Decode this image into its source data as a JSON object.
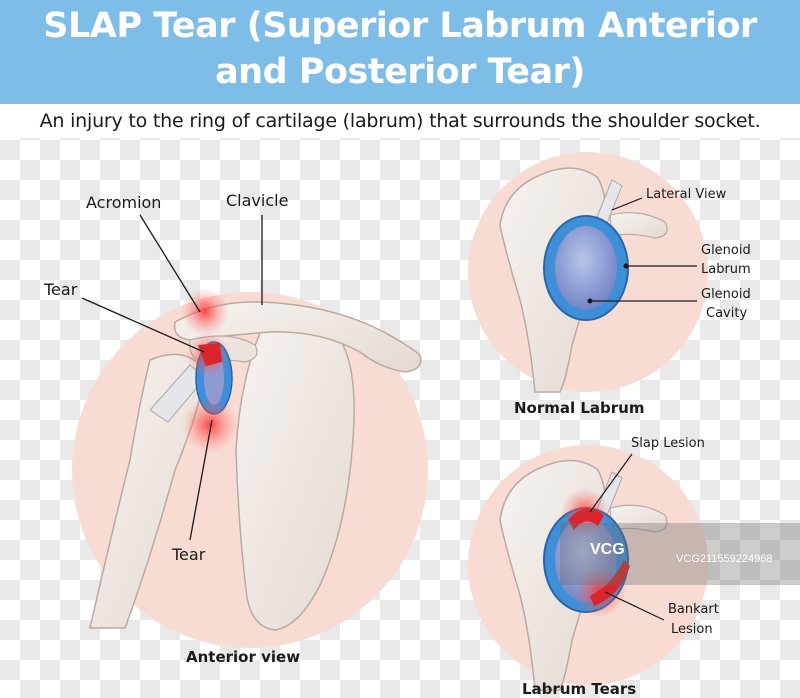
{
  "header": {
    "title_line1": "SLAP Tear (Superior Labrum Anterior",
    "title_line2": "and Posterior Tear)",
    "subtitle": "An injury to the ring of cartilage (labrum) that surrounds the shoulder socket."
  },
  "anterior": {
    "caption": "Anterior view",
    "labels": {
      "acromion": "Acromion",
      "clavicle": "Clavicle",
      "tear_top": "Tear",
      "tear_bottom": "Tear"
    }
  },
  "normal": {
    "caption": "Normal Labrum",
    "labels": {
      "lateral_view": "Lateral View",
      "glenoid_labrum_1": "Glenoid",
      "glenoid_labrum_2": "Labrum",
      "glenoid_cavity_1": "Glenoid",
      "glenoid_cavity_2": "Cavity"
    }
  },
  "tears": {
    "caption": "Labrum Tears",
    "labels": {
      "slap_lesion": "Slap Lesion",
      "bankart_1": "Bankart",
      "bankart_2": "Lesion"
    }
  },
  "watermark": {
    "logo": "VCG",
    "text": "VCG211559224968"
  },
  "colors": {
    "banner": "#7fbde9",
    "circle_bg": "#f8dcd3",
    "labrum_blue": "#3f8fd8",
    "tear_red": "#d9252b",
    "bone": "#f3ede9"
  }
}
